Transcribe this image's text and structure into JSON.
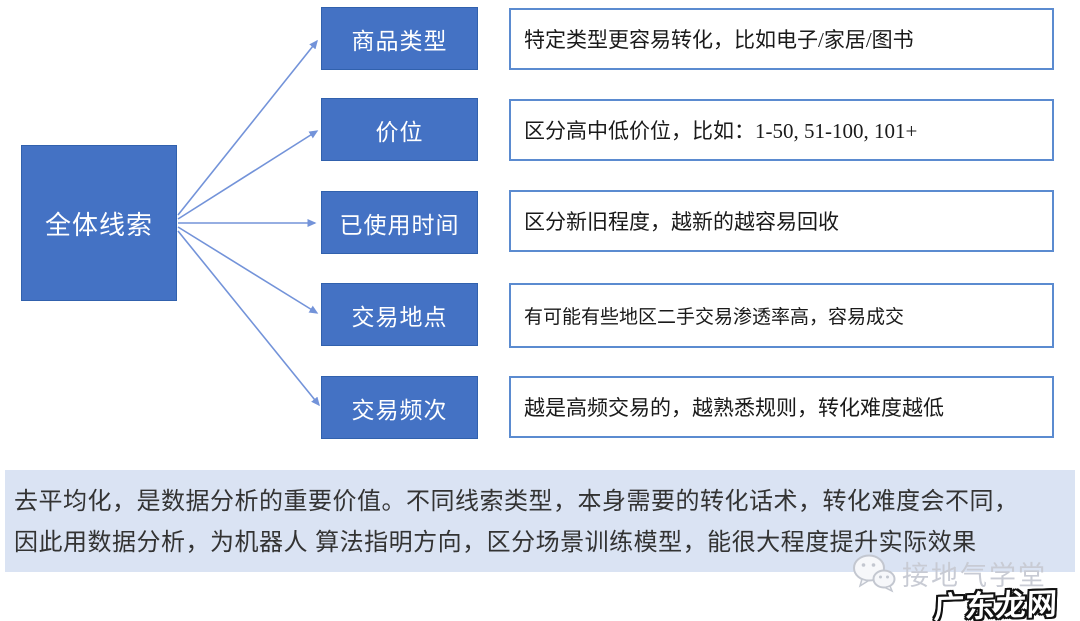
{
  "diagram": {
    "root": {
      "label": "全体线索"
    },
    "branches": [
      {
        "label": "商品类型",
        "description": "特定类型更容易转化，比如电子/家居/图书"
      },
      {
        "label": "价位",
        "description": "区分高中低价位，比如：1-50, 51-100, 101+"
      },
      {
        "label": "已使用时间",
        "description": "区分新旧程度，越新的越容易回收"
      },
      {
        "label": "交易地点",
        "description": "有可能有些地区二手交易渗透率高，容易成交"
      },
      {
        "label": "交易频次",
        "description": "越是高频交易的，越熟悉规则，转化难度越低"
      }
    ]
  },
  "footer_note": {
    "line1": "去平均化，是数据分析的重要价值。不同线索类型，本身需要的转化话术，转化难度会不同，",
    "line2": "因此用数据分析，为机器人 算法指明方向，区分场景训练模型，能很大程度提升实际效果"
  },
  "watermark": {
    "icon": "wechat-icon",
    "brand": "接地气学堂",
    "site": "广东龙网"
  },
  "colors": {
    "node_fill": "#4472C4",
    "node_border": "#3161AD",
    "desc_border": "#5B8BD0",
    "arrow": "#7393D9",
    "banner_bg": "#DAE3F3",
    "node_text": "#FFFFFF",
    "banner_text": "#333333"
  }
}
